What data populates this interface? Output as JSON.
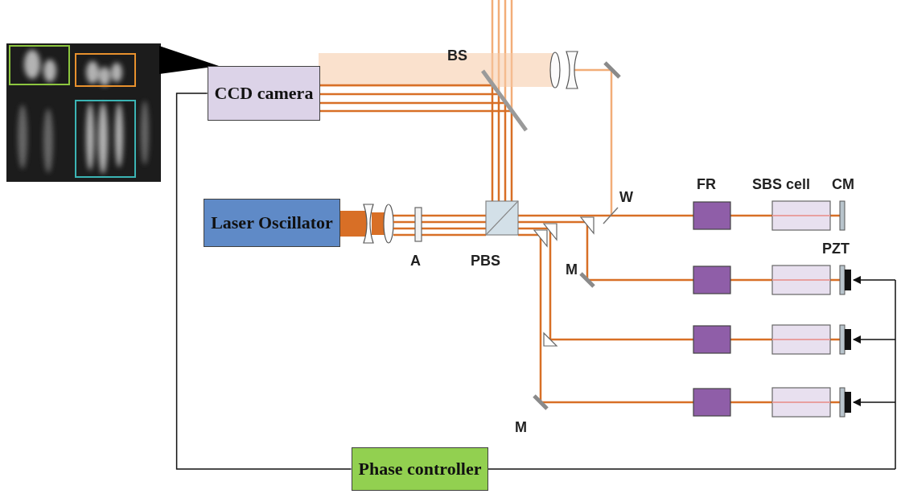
{
  "diagram": {
    "nodes": [
      {
        "text": [
          "CCD camera"
        ]
      },
      {
        "text": [
          "Laser Oscillator"
        ]
      },
      {
        "text": [
          "Phase controller"
        ]
      }
    ],
    "edges": [
      {
        "from": 0,
        "to": 2,
        "arrow": "none"
      }
    ],
    "labels": [
      "BS",
      "FR",
      "SBS cell",
      "CM",
      "W",
      "PZT",
      "A",
      "PBS",
      "M",
      "M"
    ]
  }
}
